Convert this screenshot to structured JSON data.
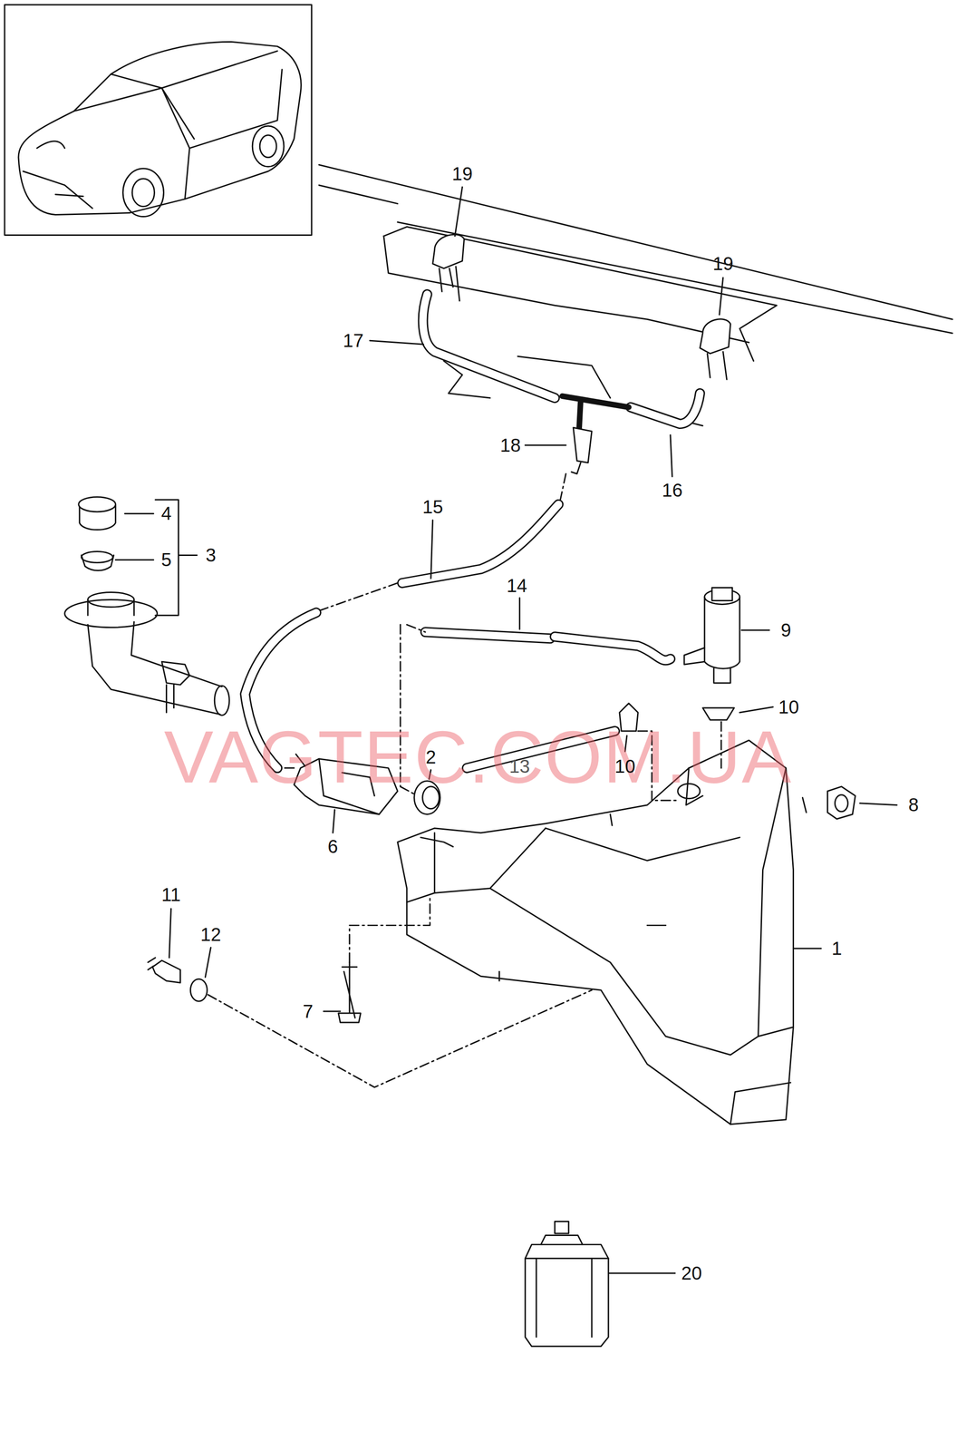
{
  "diagram": {
    "labels": [
      "19",
      "19",
      "17",
      "18",
      "16",
      "15",
      "14",
      "4",
      "5",
      "3",
      "9",
      "10",
      "VAGTEC.COM.UA",
      "2",
      "13",
      "10",
      "8",
      "6",
      "1",
      "11",
      "12",
      "7",
      "20"
    ]
  }
}
